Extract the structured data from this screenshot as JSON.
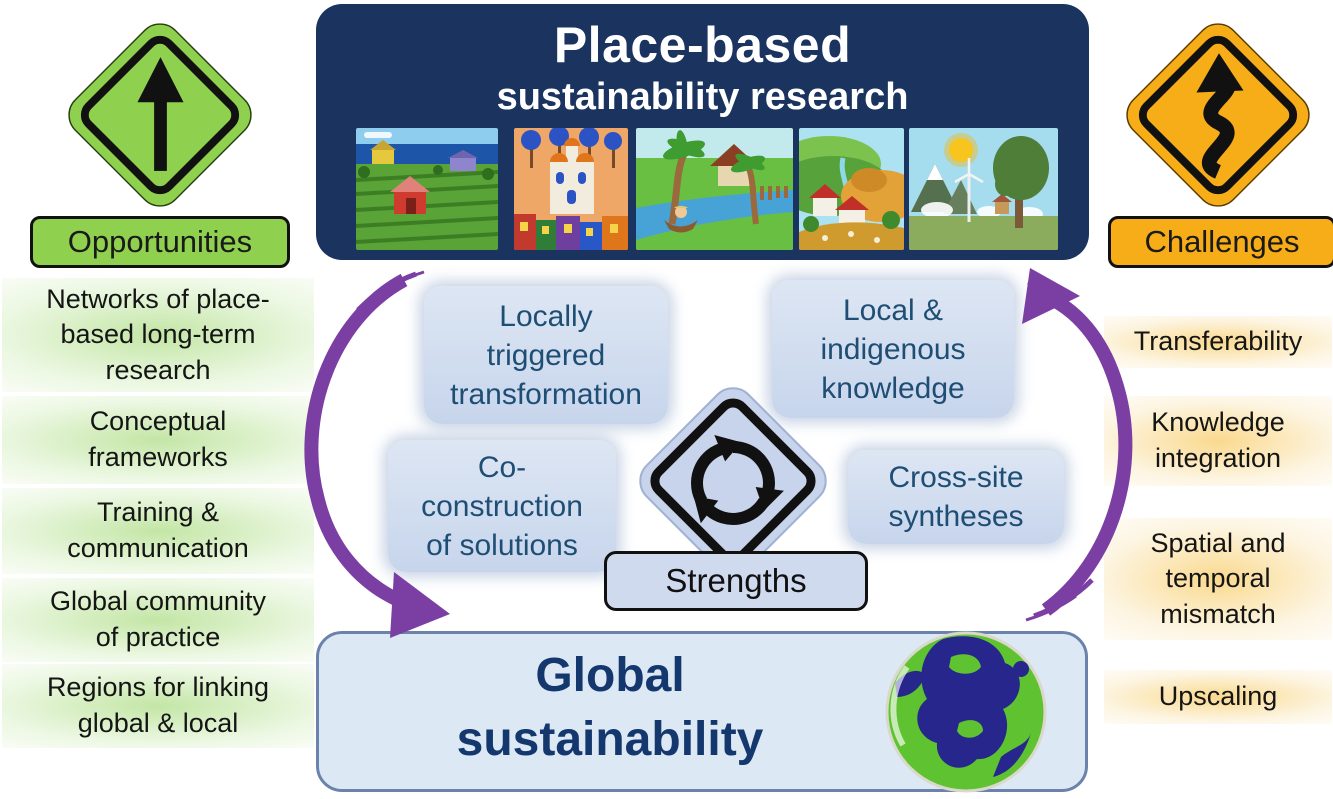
{
  "diagram": {
    "top": {
      "title_line1": "Place-based",
      "title_line2": "sustainability research",
      "images": [
        {
          "label": "coastal farm landscape"
        },
        {
          "label": "colorful village houses"
        },
        {
          "label": "tropical river with boat"
        },
        {
          "label": "rural village on hills"
        },
        {
          "label": "countryside meadow with sun and tree"
        }
      ]
    },
    "opportunities": {
      "sign_label": "Opportunities",
      "items": [
        "Networks of place-\nbased long-term\nresearch",
        "Conceptual\nframeworks",
        "Training &\ncommunication",
        "Global community\nof practice",
        "Regions for linking\nglobal & local"
      ]
    },
    "challenges": {
      "sign_label": "Challenges",
      "items": [
        "Transferability",
        "Knowledge\nintegration",
        "Spatial and\ntemporal\nmismatch",
        "Upscaling"
      ]
    },
    "strengths": {
      "sign_label": "Strengths",
      "items": [
        "Locally\ntriggered\ntransformation",
        "Local &\nindigenous\nknowledge",
        "Co-\nconstruction\nof solutions",
        "Cross-site\nsyntheses"
      ]
    },
    "bottom": {
      "title_line1": "Global",
      "title_line2": "sustainability"
    },
    "colors": {
      "navy_box": "#1a335f",
      "opportunity_green": "#8fd14f",
      "challenge_amber": "#f6ad17",
      "cycle_purple": "#7b3fa4",
      "strength_blue": "#c7d4ec",
      "bottom_blue": "#dde8f5",
      "strength_text": "#1f4e74"
    }
  }
}
